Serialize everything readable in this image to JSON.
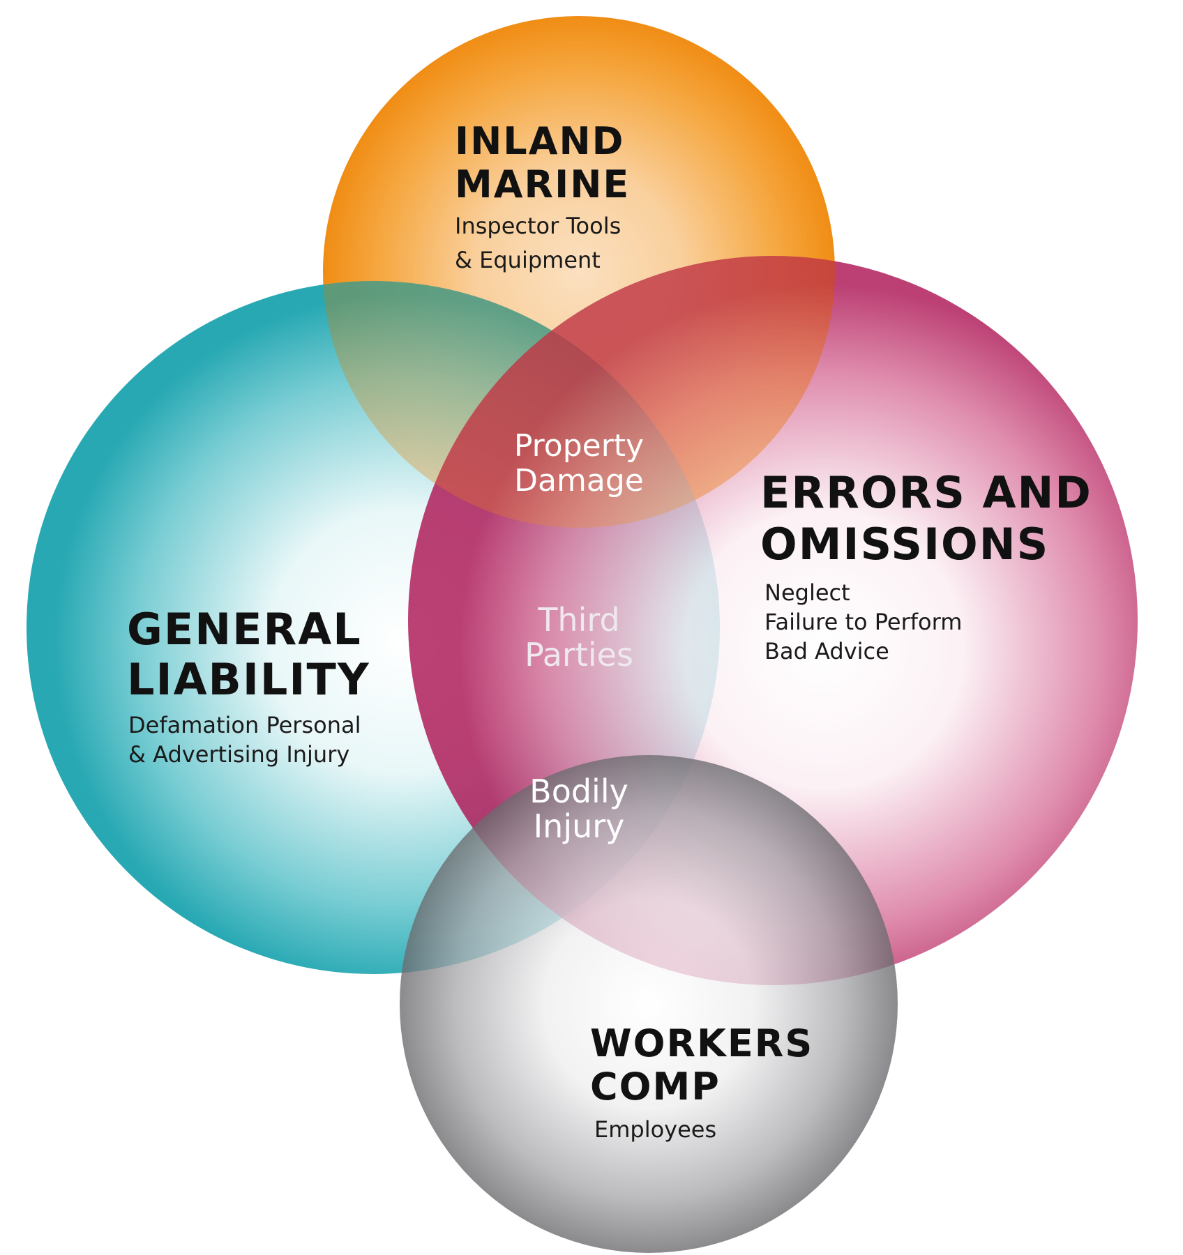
{
  "circles": {
    "inland_marine": {
      "title_lines": [
        "INLAND",
        "MARINE"
      ],
      "detail_lines": [
        "Inspector Tools",
        "& Equipment"
      ],
      "color": "#f2901d"
    },
    "errors_and_omissions": {
      "title_lines": [
        "ERRORS AND",
        "OMISSIONS"
      ],
      "detail_lines": [
        "Neglect",
        "Failure to Perform",
        "Bad Advice"
      ],
      "color": "#b01a58"
    },
    "general_liability": {
      "title_lines": [
        "GENERAL",
        "LIABILITY"
      ],
      "detail_lines": [
        "Defamation Personal",
        "& Advertising Injury"
      ],
      "color": "#14a3ae"
    },
    "workers_comp": {
      "title_lines": [
        "WORKERS",
        "COMP"
      ],
      "detail_lines": [
        "Employees"
      ],
      "color": "#6d6d71"
    }
  },
  "overlaps": {
    "property_damage": [
      "Property",
      "Damage"
    ],
    "third_parties": [
      "Third",
      "Parties"
    ],
    "bodily_injury": [
      "Bodily",
      "Injury"
    ]
  }
}
